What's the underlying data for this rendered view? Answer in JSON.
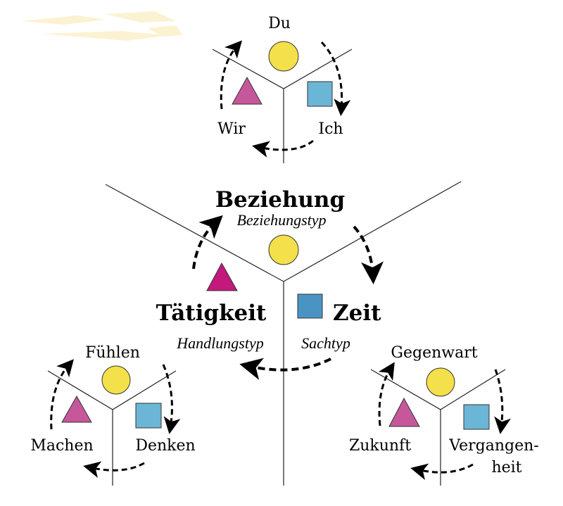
{
  "colors": {
    "circle": "#f4e04a",
    "triangle_small": "#c6579a",
    "triangle_big": "#c2197a",
    "square_small": "#6bb6d6",
    "square_big": "#4a94c4"
  },
  "center": {
    "top": "Beziehung",
    "top_sub": "Beziehungstyp",
    "left": "Tätigkeit",
    "left_sub": "Handlungstyp",
    "right": "Zeit",
    "right_sub": "Sachtyp"
  },
  "top_cycle": {
    "top": "Du",
    "left": "Wir",
    "right": "Ich"
  },
  "left_cycle": {
    "top": "Fühlen",
    "left": "Machen",
    "right": "Denken"
  },
  "right_cycle": {
    "top": "Gegenwart",
    "left": "Zukunft",
    "right_line1": "Vergangen-",
    "right_line2": "heit"
  }
}
